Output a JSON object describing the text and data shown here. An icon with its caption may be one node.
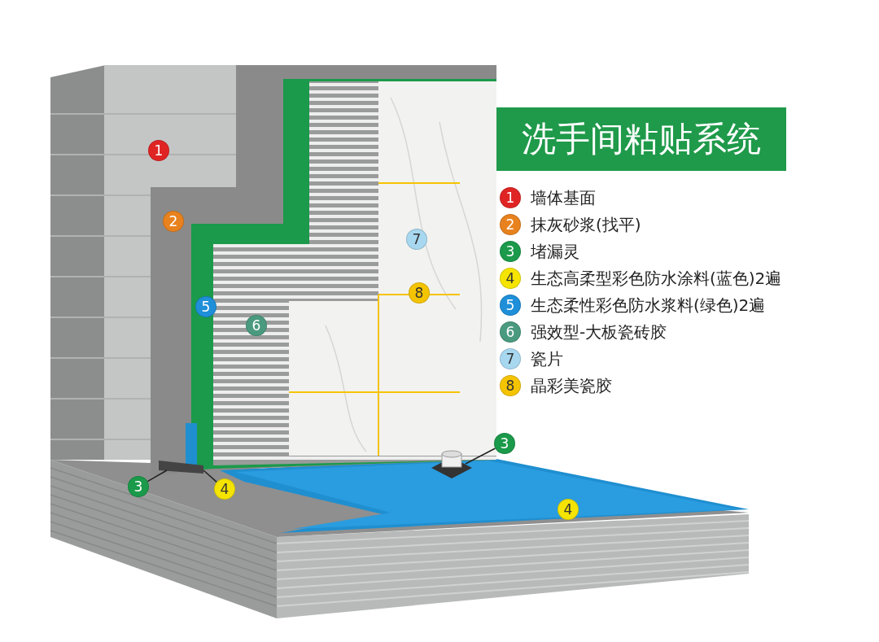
{
  "diagram": {
    "title": "洗手间粘贴系统",
    "nodes": [
      {
        "text": [
          "1"
        ]
      },
      {
        "text": [
          "2"
        ]
      },
      {
        "text": [
          "7"
        ]
      },
      {
        "text": [
          "5"
        ]
      },
      {
        "text": [
          "8"
        ]
      },
      {
        "text": [
          "6"
        ]
      },
      {
        "text": [
          "3"
        ]
      },
      {
        "text": [
          "3"
        ]
      },
      {
        "text": [
          "4"
        ]
      },
      {
        "text": [
          "4"
        ]
      }
    ],
    "edges": [
      {
        "from": 6,
        "to": null,
        "arrow": "none"
      },
      {
        "from": 7,
        "to": null,
        "arrow": "none"
      },
      {
        "from": 8,
        "to": null,
        "arrow": "none"
      }
    ],
    "labels": [
      "1",
      "2",
      "3",
      "4",
      "5",
      "6",
      "7",
      "8"
    ],
    "legend": [
      {
        "text": "墙体基面",
        "color": "#e02424"
      },
      {
        "text": "抹灰砂浆(找平)",
        "color": "#e8821e"
      },
      {
        "text": "堵漏灵",
        "color": "#1a9a4a"
      },
      {
        "text": "生态高柔型彩色防水涂料(蓝色)2遍",
        "color": "#f5e400"
      },
      {
        "text": "生态柔性彩色防水浆料(绿色)2遍",
        "color": "#1e8fd8"
      },
      {
        "text": "强效型-大板瓷砖胶",
        "color": "#4a9a80"
      },
      {
        "text": "瓷片",
        "color": "#a8d8f0"
      },
      {
        "text": "晶彩美瓷胶",
        "color": "#f5c400"
      }
    ]
  }
}
